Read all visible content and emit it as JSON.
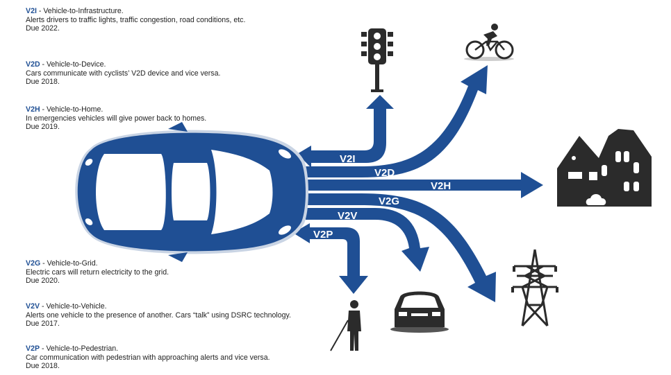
{
  "colors": {
    "accent": "#1f4f94",
    "icon": "#2b2b2b",
    "text": "#222222"
  },
  "descriptions": [
    {
      "id": "v2i",
      "code": "V2I",
      "title": " - Vehicle-to-Infrastructure.",
      "text": "Alerts drivers to traffic lights, traffic congestion, road conditions, etc.",
      "due": "Due 2022."
    },
    {
      "id": "v2d",
      "code": "V2D",
      "title": " - Vehicle-to-Device.",
      "text": "Cars communicate with cyclists’ V2D device and vice versa.",
      "due": "Due 2018."
    },
    {
      "id": "v2h",
      "code": "V2H",
      "title": " - Vehicle-to-Home.",
      "text": "In emergencies vehicles will give power back to homes.",
      "due": "Due 2019."
    },
    {
      "id": "v2g",
      "code": "V2G",
      "title": " - Vehicle-to-Grid.",
      "text": "Electric cars will return electricity to the grid.",
      "due": "Due 2020."
    },
    {
      "id": "v2v",
      "code": "V2V",
      "title": " - Vehicle-to-Vehicle.",
      "text": "Alerts one vehicle to the presence of another. Cars “talk” using DSRC technology.",
      "due": "Due 2017."
    },
    {
      "id": "v2p",
      "code": "V2P",
      "title": " - Vehicle-to-Pedestrian.",
      "text": "Car communication with pedestrian with approaching alerts and vice versa.",
      "due": "Due 2018."
    }
  ],
  "arrows": {
    "v2i": "V2I",
    "v2d": "V2D",
    "v2h": "V2H",
    "v2g": "V2G",
    "v2v": "V2V",
    "v2p": "V2P"
  },
  "icons": [
    "traffic-light-icon",
    "cyclist-icon",
    "house-icon",
    "power-pylon-icon",
    "car-front-icon",
    "pedestrian-icon",
    "car-top-view-icon"
  ]
}
